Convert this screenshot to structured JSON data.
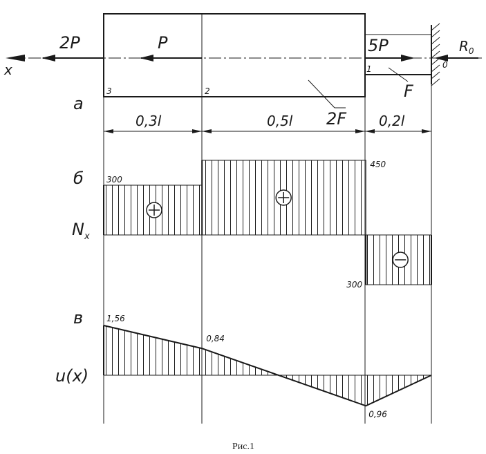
{
  "labels": {
    "force_2p": "2P",
    "force_p": "P",
    "force_5p": "5P",
    "reaction": "R",
    "reaction_sub": "0",
    "axis_x": "x",
    "section_3": "3",
    "section_2": "2",
    "section_1": "1",
    "section_0": "0",
    "area_2f": "2F",
    "area_f": "F",
    "panel_a": "a",
    "panel_b": "б",
    "panel_v": "в",
    "nx": "N",
    "nx_sub": "x",
    "ux": "u(x)",
    "dim_1": "0,3l",
    "dim_2": "0,5l",
    "dim_3": "0,2l",
    "caption": "Рис.1"
  },
  "chart_data": [
    {
      "type": "area",
      "name_label": "N",
      "segments": [
        {
          "from": 0.0,
          "to": 0.3,
          "value": 300,
          "label": "300",
          "sign": "+"
        },
        {
          "from": 0.3,
          "to": 0.8,
          "value": 450,
          "label": "450",
          "sign": "+"
        },
        {
          "from": 0.8,
          "to": 1.0,
          "value": -300,
          "label": "300",
          "sign": "−"
        }
      ],
      "xlim": [
        0,
        1
      ],
      "ylim": [
        -300,
        450
      ]
    },
    {
      "type": "line",
      "name_label": "u(x)",
      "x": [
        0.0,
        0.3,
        0.8,
        1.0
      ],
      "values": [
        1.56,
        0.84,
        -0.96,
        0.0
      ],
      "value_labels": [
        "1,56",
        "0,84",
        "0,96",
        ""
      ],
      "xlim": [
        0,
        1
      ],
      "ylim": [
        -0.96,
        1.56
      ]
    }
  ]
}
